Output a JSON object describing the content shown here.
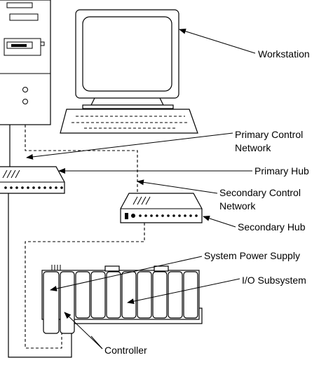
{
  "labels": {
    "workstation": "Workstation",
    "primary_control_network_line1": "Primary Control",
    "primary_control_network_line2": "Network",
    "primary_hub": "Primary Hub",
    "secondary_control_network_line1": "Secondary Control",
    "secondary_control_network_line2": "Network",
    "secondary_hub": "Secondary Hub",
    "system_power_supply": "System Power Supply",
    "io_subsystem": "I/O Subsystem",
    "controller": "Controller"
  },
  "colors": {
    "line": "#000000",
    "background": "#ffffff"
  }
}
